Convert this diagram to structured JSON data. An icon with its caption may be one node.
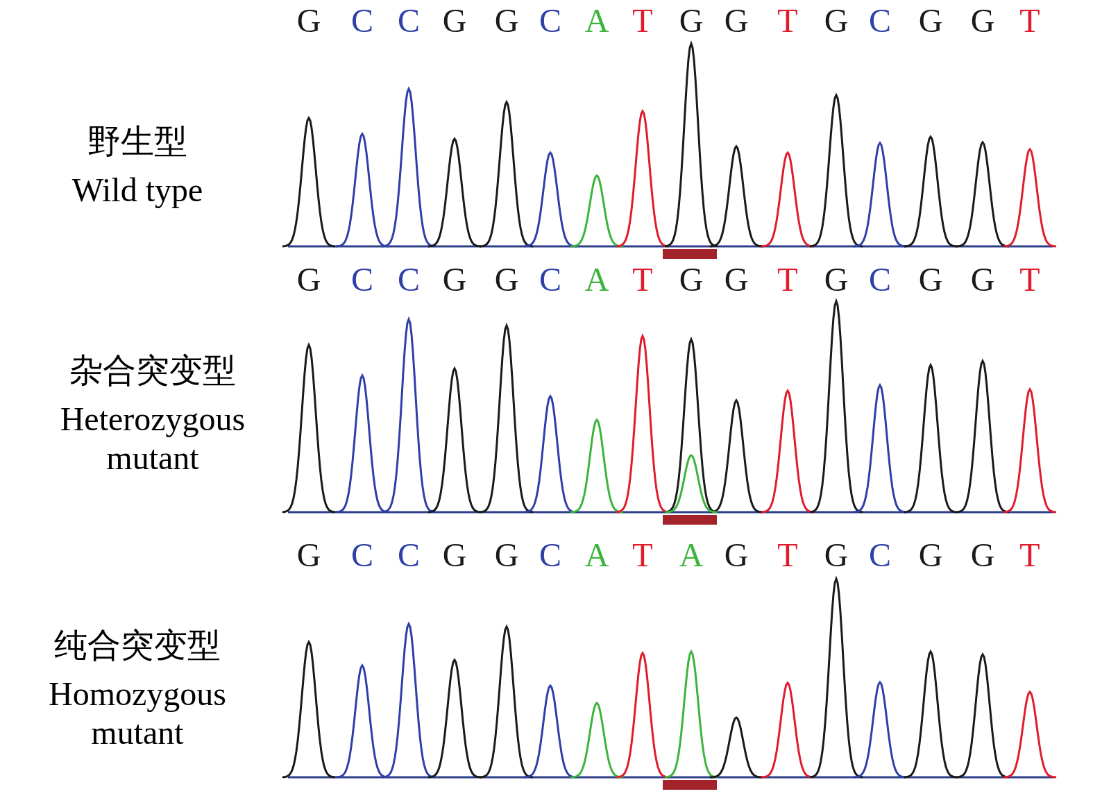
{
  "diagram": {
    "labels": [
      "G",
      "C",
      "C",
      "G",
      "G",
      "C",
      "A",
      "T",
      "G",
      "G",
      "T",
      "G",
      "C",
      "G",
      "G",
      "T",
      "野生型",
      "Wild type",
      "G",
      "C",
      "C",
      "G",
      "G",
      "C",
      "A",
      "T",
      "G",
      "G",
      "T",
      "G",
      "C",
      "G",
      "G",
      "T",
      "杂合突变型",
      "Heterozygous mutant",
      "G",
      "C",
      "C",
      "G",
      "G",
      "C",
      "A",
      "T",
      "A",
      "G",
      "T",
      "G",
      "C",
      "G",
      "G",
      "T",
      "纯合突变型",
      "Homozygous mutant"
    ]
  }
}
